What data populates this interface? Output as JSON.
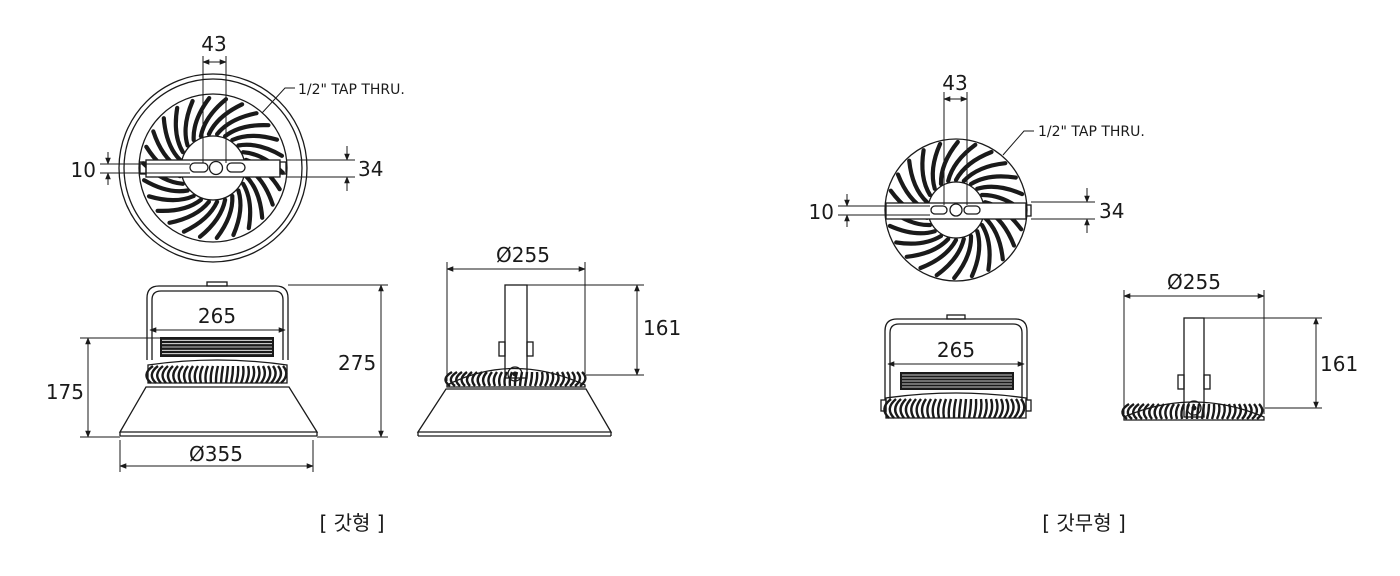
{
  "left": {
    "caption": "[ 갓형 ]",
    "top_view": {
      "bracket_hole_spacing": "43",
      "tap_note": "1/2\" TAP THRU.",
      "slot_height": "10",
      "bracket_height": "34"
    },
    "front_view": {
      "bracket_width": "265",
      "height_to_body": "175",
      "overall_height": "275",
      "shade_diameter": "Ø355"
    },
    "side_view": {
      "body_diameter": "Ø255",
      "bracket_height": "161"
    }
  },
  "right": {
    "caption": "[ 갓무형 ]",
    "top_view": {
      "bracket_hole_spacing": "43",
      "tap_note": "1/2\" TAP THRU.",
      "slot_height": "10",
      "bracket_height": "34"
    },
    "front_view": {
      "bracket_width": "265"
    },
    "side_view": {
      "body_diameter": "Ø255",
      "bracket_height": "161"
    }
  }
}
